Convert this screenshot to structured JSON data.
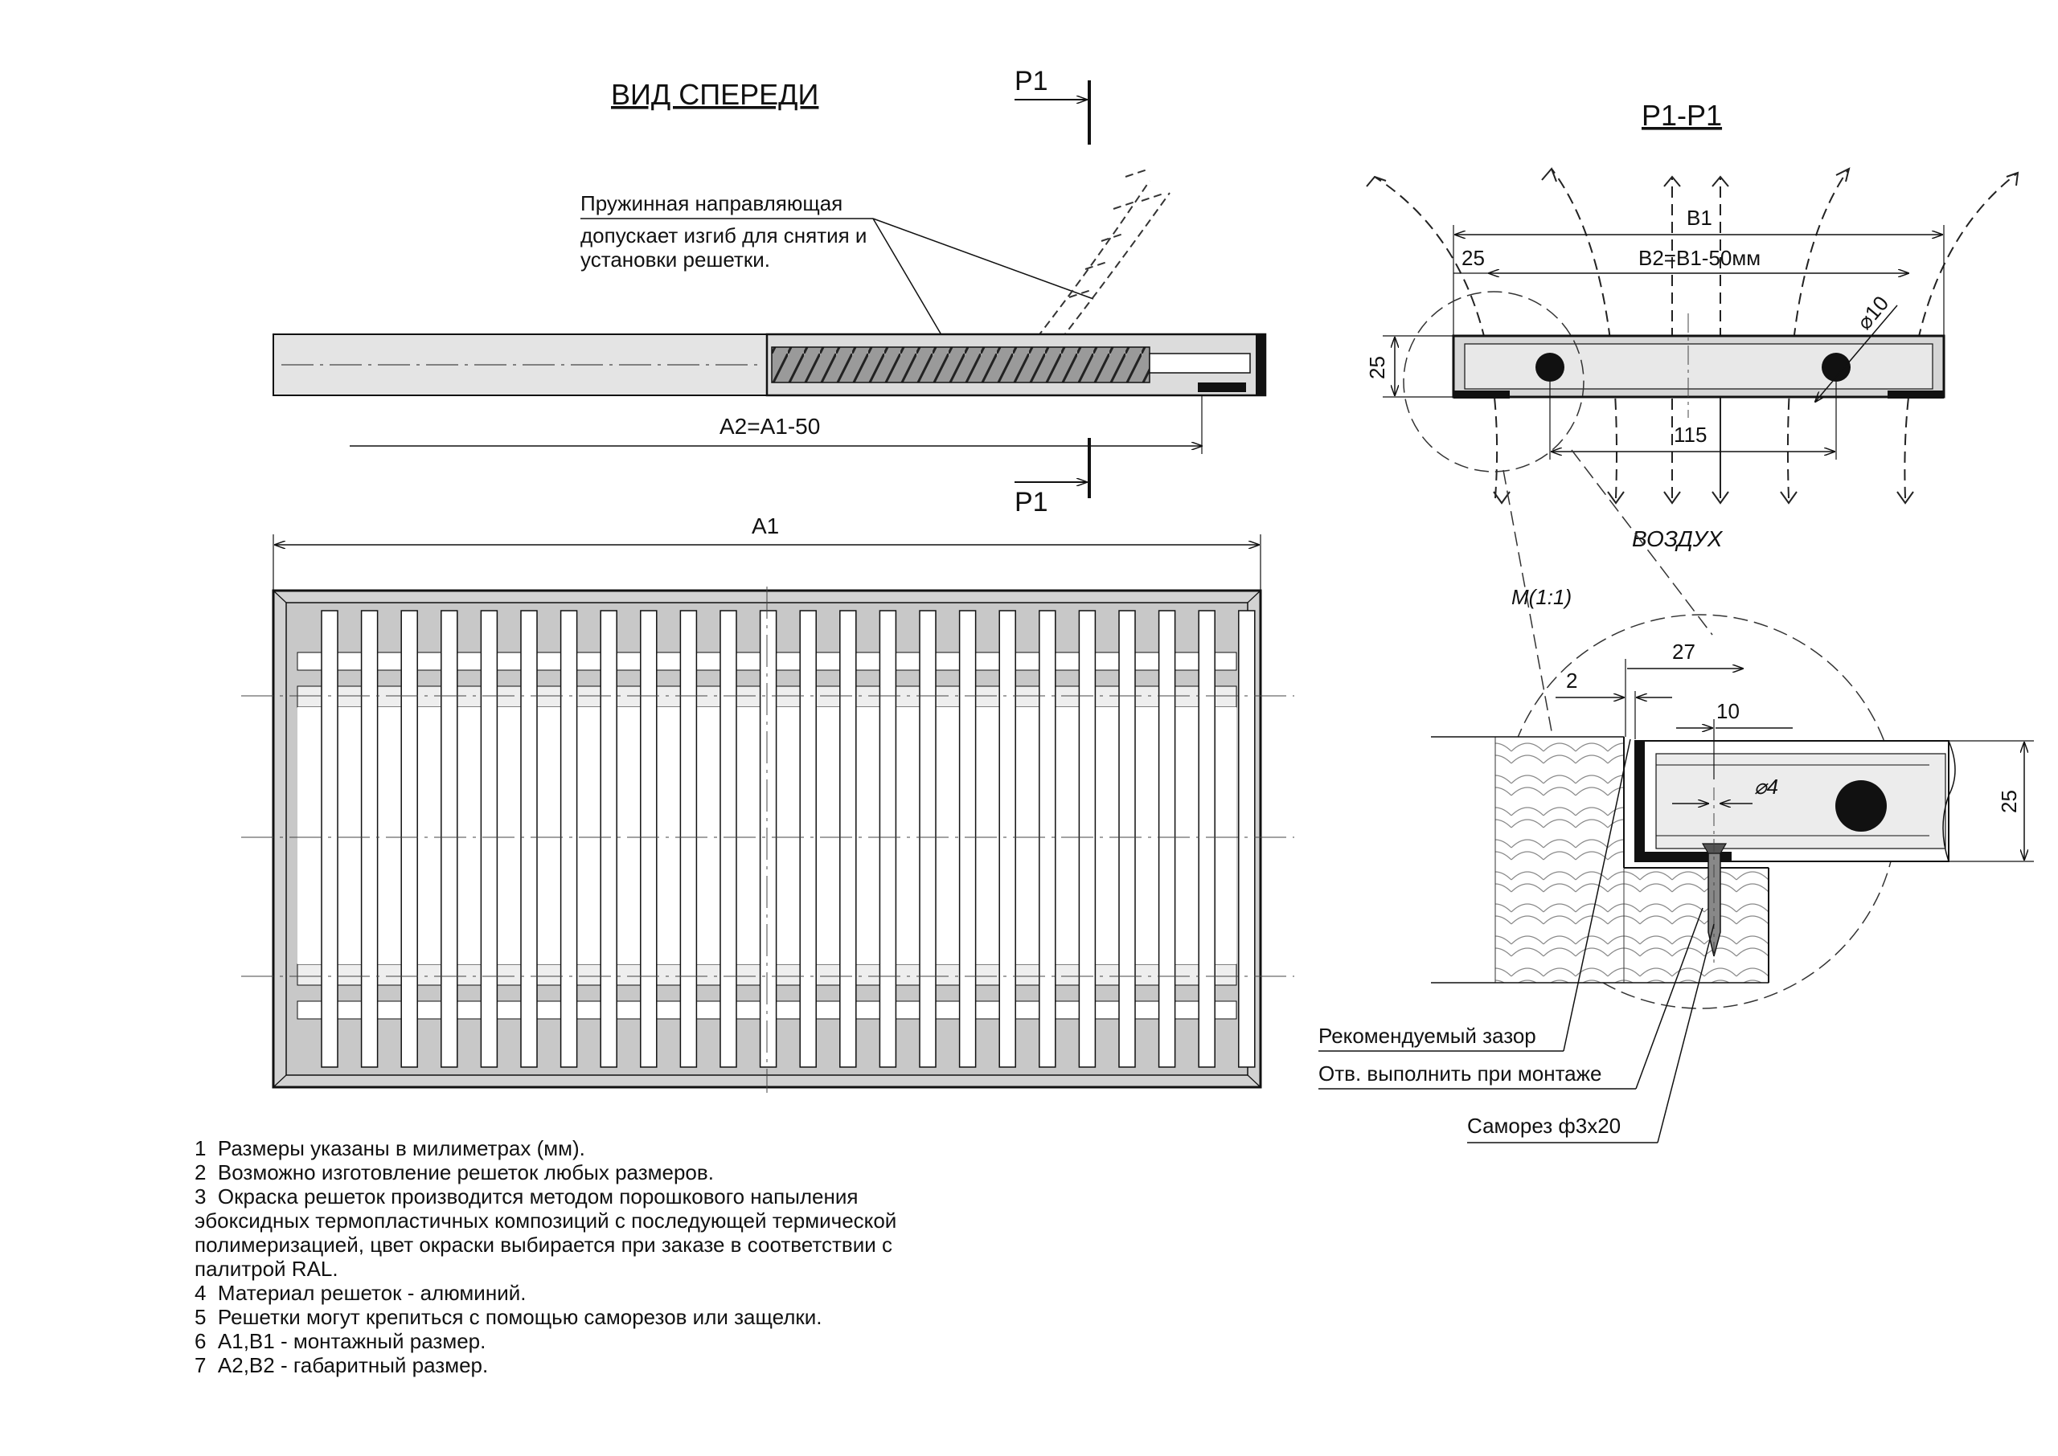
{
  "front_view": {
    "title": "ВИД СПЕРЕДИ",
    "section_mark_top": "Р1",
    "section_mark_bottom": "Р1",
    "callout_line1": "Пружинная направляющая",
    "callout_line2": "допускает изгиб для снятия и",
    "callout_line3": "установки решетки.",
    "dim_a2": "А2=А1-50",
    "dim_a1": "А1"
  },
  "section_view": {
    "title": "Р1-Р1",
    "dim_b1": "В1",
    "dim_b2": "В2=В1-50мм",
    "dim_25_left": "25",
    "dim_25_height": "25",
    "dim_phi10": "⌀10",
    "dim_115": "115",
    "air_label": "ВОЗДУХ"
  },
  "detail_view": {
    "scale_label": "М(1:1)",
    "dim_27": "27",
    "dim_2": "2",
    "dim_10": "10",
    "dim_phi4": "⌀4",
    "dim_25": "25",
    "label_gap": "Рекомендуемый зазор",
    "label_hole": "Отв. выполнить при монтаже",
    "label_screw": "Саморез ф3х20"
  },
  "notes": [
    "1  Размеры указаны в милиметрах (мм).",
    "2  Возможно изготовление решеток любых размеров.",
    "3  Окраска решеток производится методом порошкового напыления\nэбоксидных термопластичных композиций с последующей термической\nполимеризацией, цвет окраски выбирается при заказе в соответствии с\nпалитрой RAL.",
    "4  Материал решеток - алюминий.",
    "5  Решетки могут крепиться с помощью саморезов или защелки.",
    "6  А1,В1 - монтажный размер.",
    "7  А2,В2 - габаритный размер."
  ],
  "colors": {
    "line": "#111111",
    "fill_grey": "#c8c8c8",
    "fill_light": "#e6e6e6"
  }
}
